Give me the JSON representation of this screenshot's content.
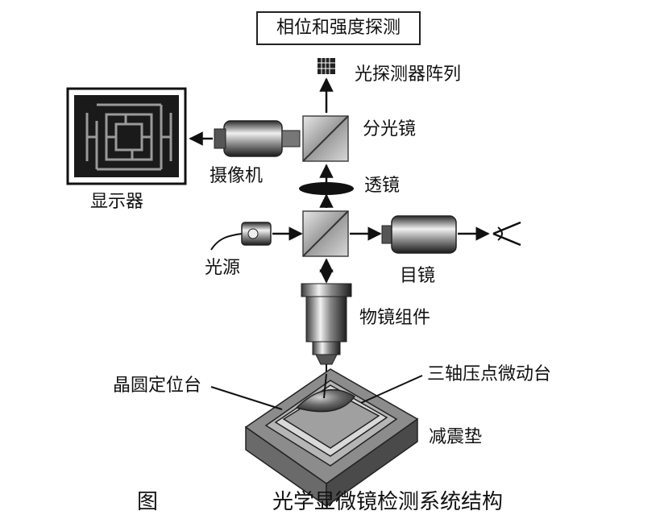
{
  "title": "相位和强度探测",
  "labels": {
    "detector_array": "光探测器阵列",
    "beam_splitter": "分光镜",
    "camera": "摄像机",
    "display": "显示器",
    "lens": "透镜",
    "light_source": "光源",
    "eyepiece": "目镜",
    "objective": "物镜组件",
    "three_axis_stage": "三轴压点微动台",
    "wafer_stage": "晶圆定位台",
    "damping_pad": "减震垫"
  },
  "caption": {
    "prefix": "图",
    "text": "光学显微镜检测系统结构"
  }
}
